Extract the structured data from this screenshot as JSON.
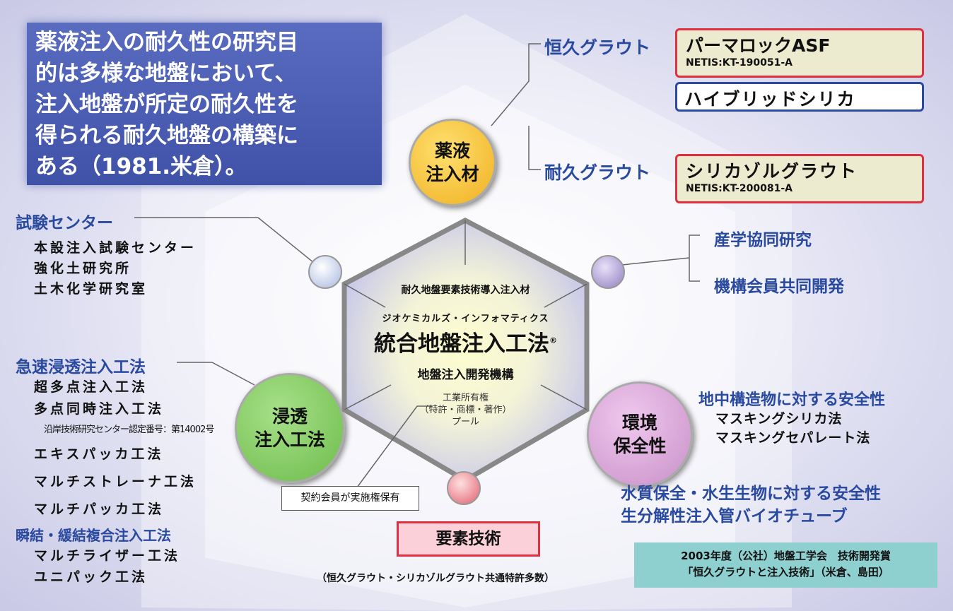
{
  "intro": [
    "薬液注入の耐久性の研究目",
    "的は多様な地盤において、",
    "注入地盤が所定の耐久性を",
    "得られる耐久地盤の構築に",
    "ある（1981.米倉）。"
  ],
  "grout": {
    "permanent": "恒久グラウト",
    "durable": "耐久グラウト",
    "asf": {
      "name": "パーマロックASF",
      "netis": "NETIS:KT-190051-A"
    },
    "hybrid": "ハイブリッドシリカ",
    "silicasol": {
      "name": "シリカゾルグラウト",
      "netis": "NETIS:KT-200081-A"
    }
  },
  "circles": {
    "chem": [
      "薬液",
      "注入材"
    ],
    "perm": [
      "浸透",
      "注入工法"
    ],
    "env": [
      "環境",
      "保全性"
    ]
  },
  "test": {
    "title": "試験センター",
    "items": [
      "本設注入試験センター",
      "強化土研究所",
      "土木化学研究室"
    ]
  },
  "collab": [
    "産学協同研究",
    "機構会員共同開発"
  ],
  "methods": {
    "title": "急速浸透注入工法",
    "items": [
      "超多点注入工法",
      "多点同時注入工法"
    ],
    "cert": "沿岸技術研究センター認定番号：第14002号",
    "more": [
      "エキスパッカ工法",
      "マルチストレーナ工法",
      "マルチパッカ工法"
    ],
    "title2": "瞬結・緩結複合注入工法",
    "items2": [
      "マルチライザー工法",
      "ユニパック工法"
    ]
  },
  "center": {
    "top": "耐久地盤要素技術導入注入材",
    "kana": "ジオケミカルズ・インフォマティクス",
    "title": "統合地盤注入工法",
    "reg": "®",
    "org": "地盤注入開発機構",
    "ip": [
      "工業所有権",
      "（特許・商標・著作）",
      "プール"
    ]
  },
  "license": "契約会員が実施権保有",
  "element": "要素技術",
  "patent": "（恒久グラウト・シリカゾルグラウト共通特許多数）",
  "safety": {
    "title": "地中構造物に対する安全性",
    "items": [
      "マスキングシリカ法",
      "マスキングセパレート法"
    ],
    "water": [
      "水質保全・水生生物に対する安全性",
      "生分解性注入管バイオチューブ"
    ]
  },
  "award": [
    "2003年度（公社）地盤工学会　技術開発賞",
    "「恒久グラウトと注入技術」（米倉、島田）"
  ]
}
